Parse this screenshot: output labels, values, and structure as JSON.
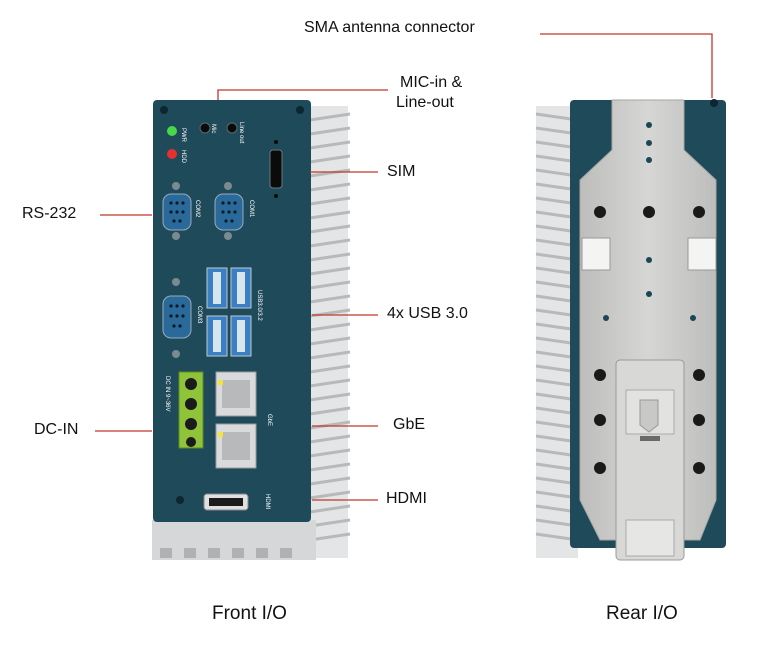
{
  "labels": {
    "sma": "SMA antenna connector",
    "mic_line1": "MIC-in &",
    "mic_line2": "Line-out",
    "sim": "SIM",
    "rs232": "RS-232",
    "usb": "4x USB 3.0",
    "dcin": "DC-IN",
    "gbe": "GbE",
    "hdmi": "HDMI"
  },
  "captions": {
    "front": "Front I/O",
    "rear": "Rear I/O"
  },
  "panel_marks": {
    "pwr": "PWR",
    "hdd": "HDD",
    "mic": "Mic",
    "line_out": "Line out",
    "com1": "COM1",
    "com2": "COM2",
    "com3": "COM3",
    "usb": "USB3.0/3.2",
    "dc_in": "DC IN 9~36V",
    "gbe": "GbE",
    "hdmi": "HDMI"
  },
  "colors": {
    "panel": "#1f4a5a",
    "fins": "#d9dadc",
    "leader": "#c0392b",
    "rear_plate": "#c9c9c7",
    "terminal": "#8fc43a",
    "usb_blue": "#3a7fc4"
  }
}
